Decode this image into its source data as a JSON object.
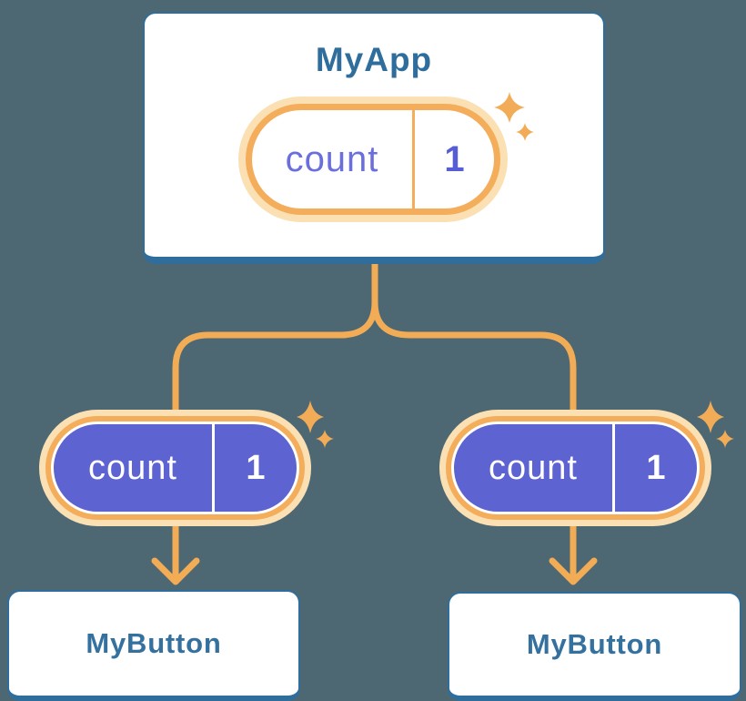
{
  "diagram": {
    "description": "Component tree passing state down",
    "root_component": {
      "name": "MyApp",
      "state": {
        "key": "count",
        "value": "1"
      }
    },
    "child_components": [
      {
        "name": "MyButton",
        "state": {
          "key": "count",
          "value": "1"
        }
      },
      {
        "name": "MyButton",
        "state": {
          "key": "count",
          "value": "1"
        }
      }
    ],
    "colors": {
      "background": "#4d6872",
      "component_border_blue": "#2f6e9c",
      "component_title_blue": "#35719f",
      "connector_orange": "#f3ac56",
      "pill_ring_orange": "#f4ad5b",
      "pill_glow_cream": "#fbe0b4",
      "state_pill_purple": "#5d63d0",
      "state_text_purple": "#6a6fdc",
      "state_value_purple": "#575dd4",
      "sparkle_orange": "#f2ac57",
      "white": "#ffffff"
    }
  }
}
